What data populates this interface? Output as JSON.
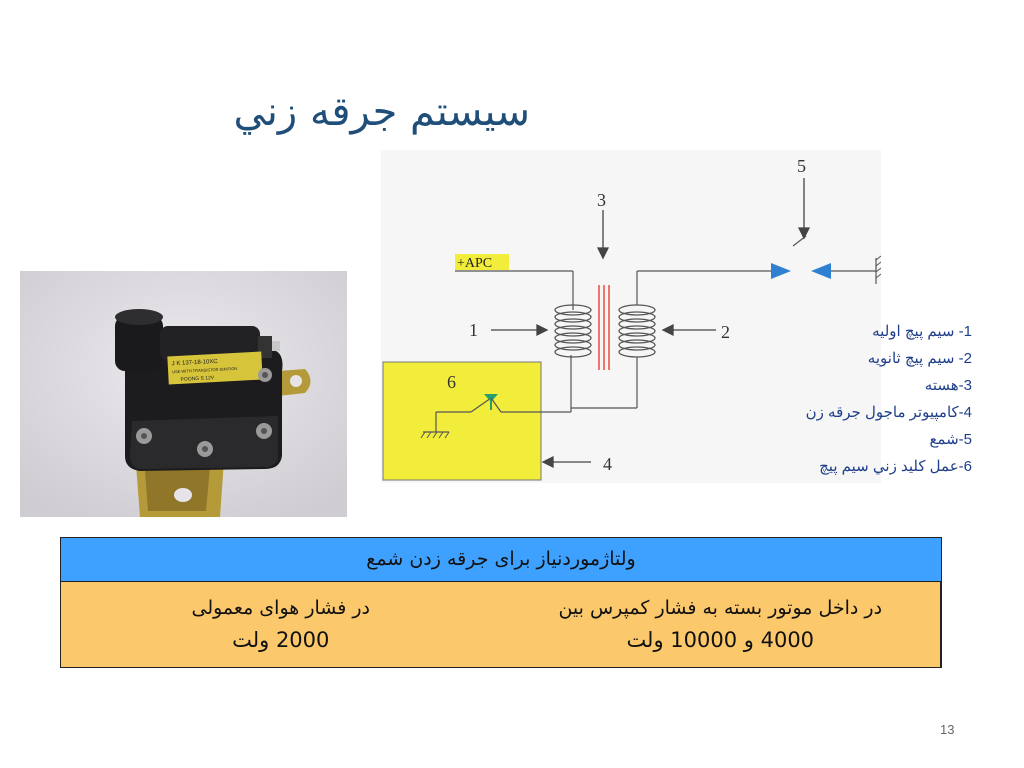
{
  "slide": {
    "title": "سيستم جرقه زني",
    "page_number": "13"
  },
  "diagram": {
    "apc_label": "+APC",
    "callouts": [
      "1",
      "2",
      "3",
      "4",
      "5",
      "6"
    ]
  },
  "legend": {
    "items": [
      "1- سيم پيچ اوليه",
      "2- سيم پيچ ثانويه",
      "3-هسته",
      "4-کامپيوتر ماجول جرقه زن",
      "5-شمع",
      "6-عمل کليد زني سيم پيچ"
    ]
  },
  "table": {
    "header": "ولتاژموردنیاز برای جرقه زدن شمع",
    "right_cell": {
      "line1": "در داخل موتور بسته به فشار کمپرس بین",
      "line2": "4000 و 10000 ولت"
    },
    "left_cell": {
      "line1": "در فشار هوای معمولی",
      "line2": "2000 ولت"
    }
  },
  "photo": {
    "label_lines": [
      "J K 137-18-10XC",
      "USE WITH TRANSISTOR IGNITION",
      "POONG S  12V"
    ]
  },
  "colors": {
    "title": "#1f4e79",
    "legend_text": "#1f3f8a",
    "table_header": "#3ea0ff",
    "table_body": "#fbc86b",
    "module_box": "#f2ec3a",
    "diode": "#2f80d0",
    "core": "#e84c3d"
  }
}
